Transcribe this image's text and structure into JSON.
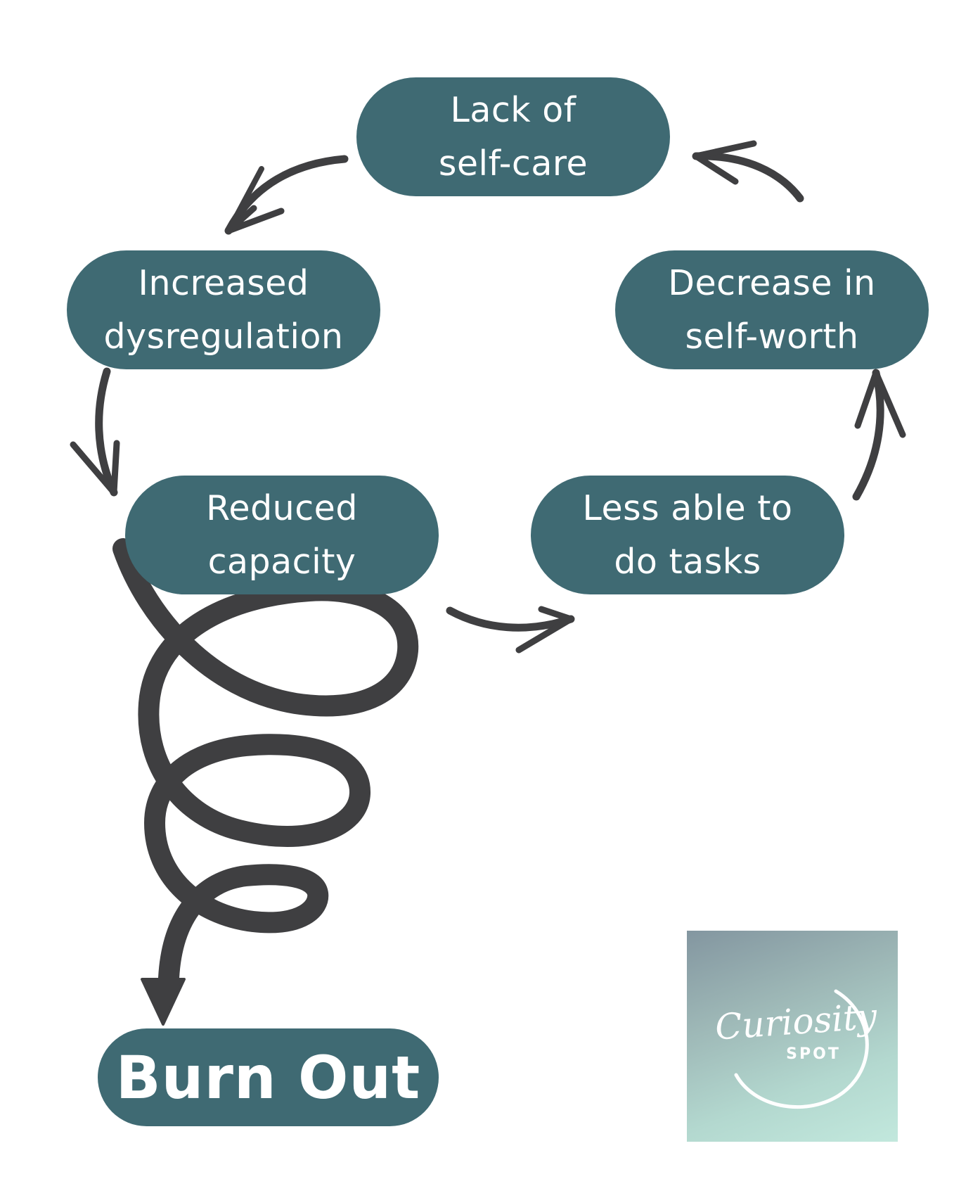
{
  "diagram": {
    "nodes": {
      "lack_of_self_care": {
        "line1": "Lack of",
        "line2": "self-care"
      },
      "increased_dysregulation": {
        "line1": "Increased",
        "line2": "dysregulation"
      },
      "decrease_in_self_worth": {
        "line1": "Decrease in",
        "line2": "self-worth"
      },
      "reduced_capacity": {
        "line1": "Reduced",
        "line2": "capacity"
      },
      "less_able_to_do_tasks": {
        "line1": "Less able to",
        "line2": "do tasks"
      },
      "burn_out": {
        "label": "Burn Out"
      }
    },
    "cycle_order": [
      "Lack of self-care",
      "Increased dysregulation",
      "Reduced capacity",
      "Less able to do tasks",
      "Decrease in self-worth"
    ],
    "spiral_exit": "Burn Out"
  },
  "logo": {
    "script_text": "Curiosity",
    "sub_text": "SPOT"
  },
  "colors": {
    "node_fill": "#3f6a73",
    "node_text": "#ffffff",
    "arrow": "#3f3f41",
    "background": "#ffffff"
  }
}
